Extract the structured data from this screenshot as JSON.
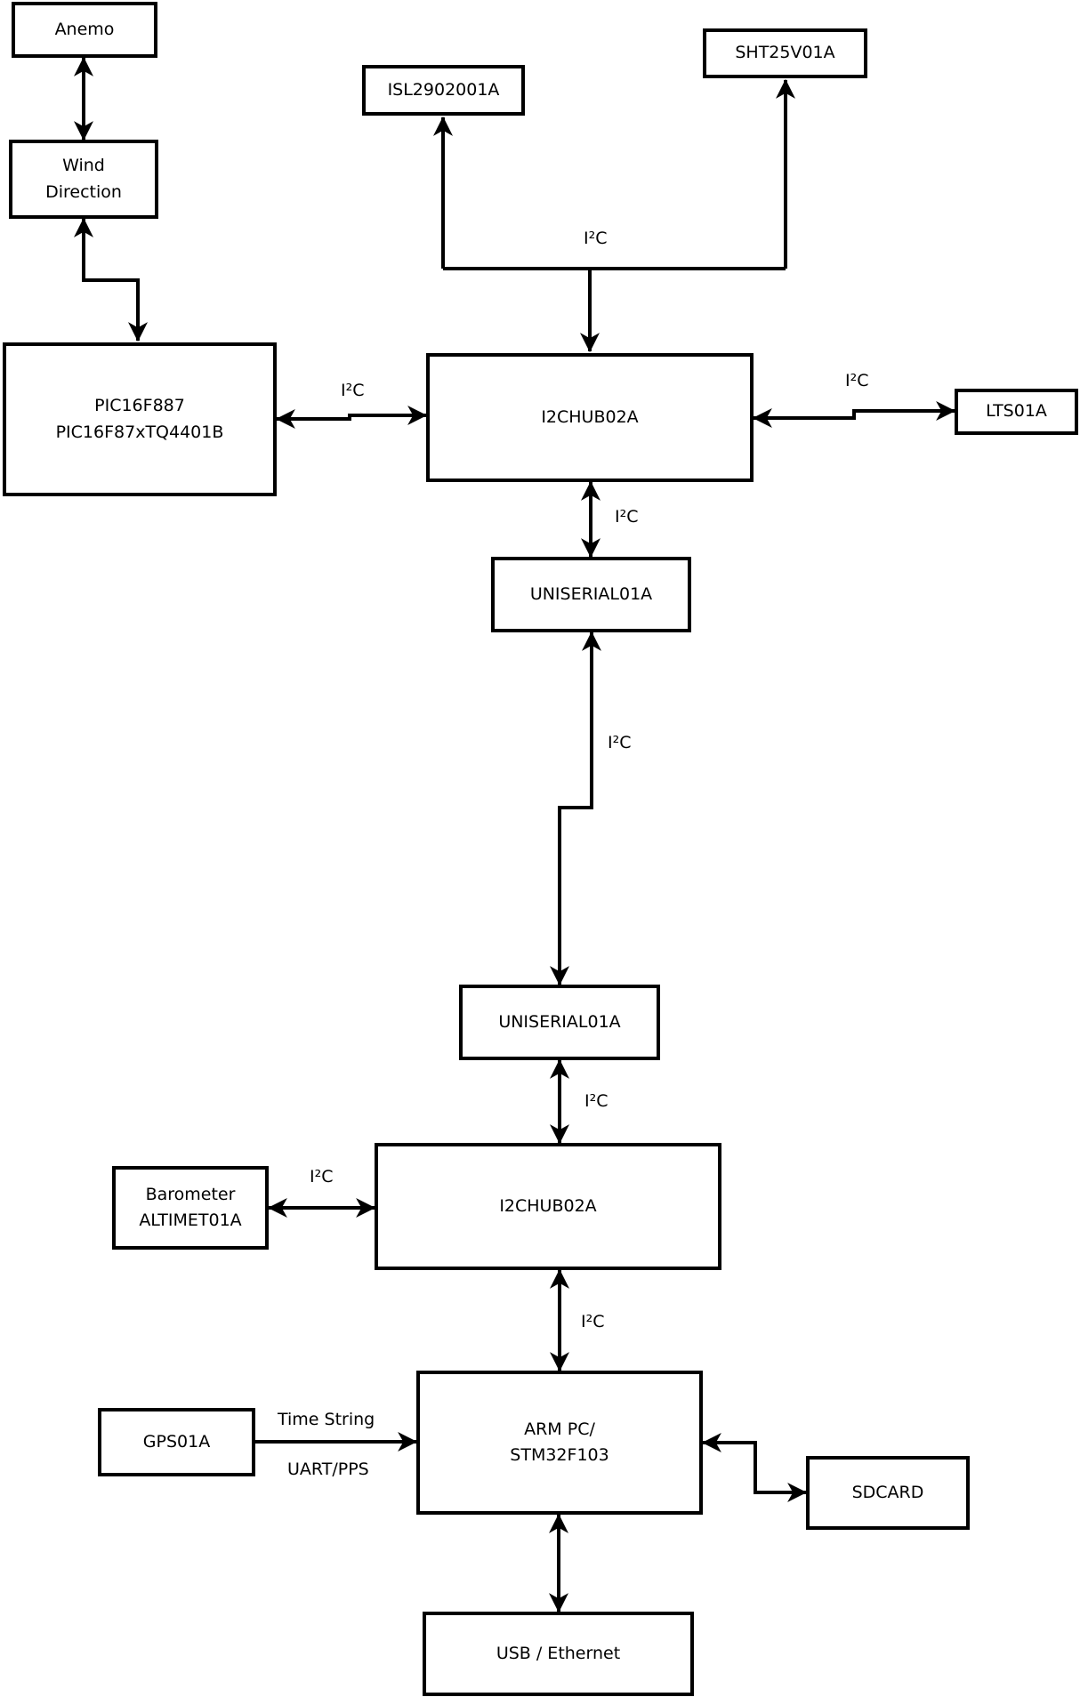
{
  "diagram_type": "block-diagram",
  "colors": {
    "background": "#ffffff",
    "line": "#000000",
    "box_border": "#000000",
    "text": "#000000"
  },
  "nodes": {
    "anemo": {
      "label": "Anemo"
    },
    "wind_direction": {
      "label": "Wind\nDirection"
    },
    "pic": {
      "label": "PIC16F887\nPIC16F87xTQ4401B"
    },
    "isl": {
      "label": "ISL2902001A"
    },
    "sht": {
      "label": "SHT25V01A"
    },
    "i2chub_top": {
      "label": "I2CHUB02A"
    },
    "lts": {
      "label": "LTS01A"
    },
    "uniserial_upper": {
      "label": "UNISERIAL01A"
    },
    "uniserial_lower": {
      "label": "UNISERIAL01A"
    },
    "i2chub_bottom": {
      "label": "I2CHUB02A"
    },
    "barometer": {
      "label": "Barometer\nALTIMET01A"
    },
    "arm_pc": {
      "label": "ARM PC/\nSTM32F103"
    },
    "gps": {
      "label": "GPS01A"
    },
    "sdcard": {
      "label": "SDCARD"
    },
    "usb_ethernet": {
      "label": "USB / Ethernet"
    }
  },
  "edge_labels": {
    "i2c_pic_hub": "I²C",
    "i2c_sensors_hub": "I²C",
    "i2c_hub_lts": "I²C",
    "i2c_hub_uniserial": "I²C",
    "i2c_uniserial_link": "I²C",
    "i2c_uniserial_hub2": "I²C",
    "i2c_barometer_hub": "I²C",
    "i2c_hub2_arm": "I²C",
    "gps_arm_upper": "Time String",
    "gps_arm_lower": "UART/PPS"
  }
}
